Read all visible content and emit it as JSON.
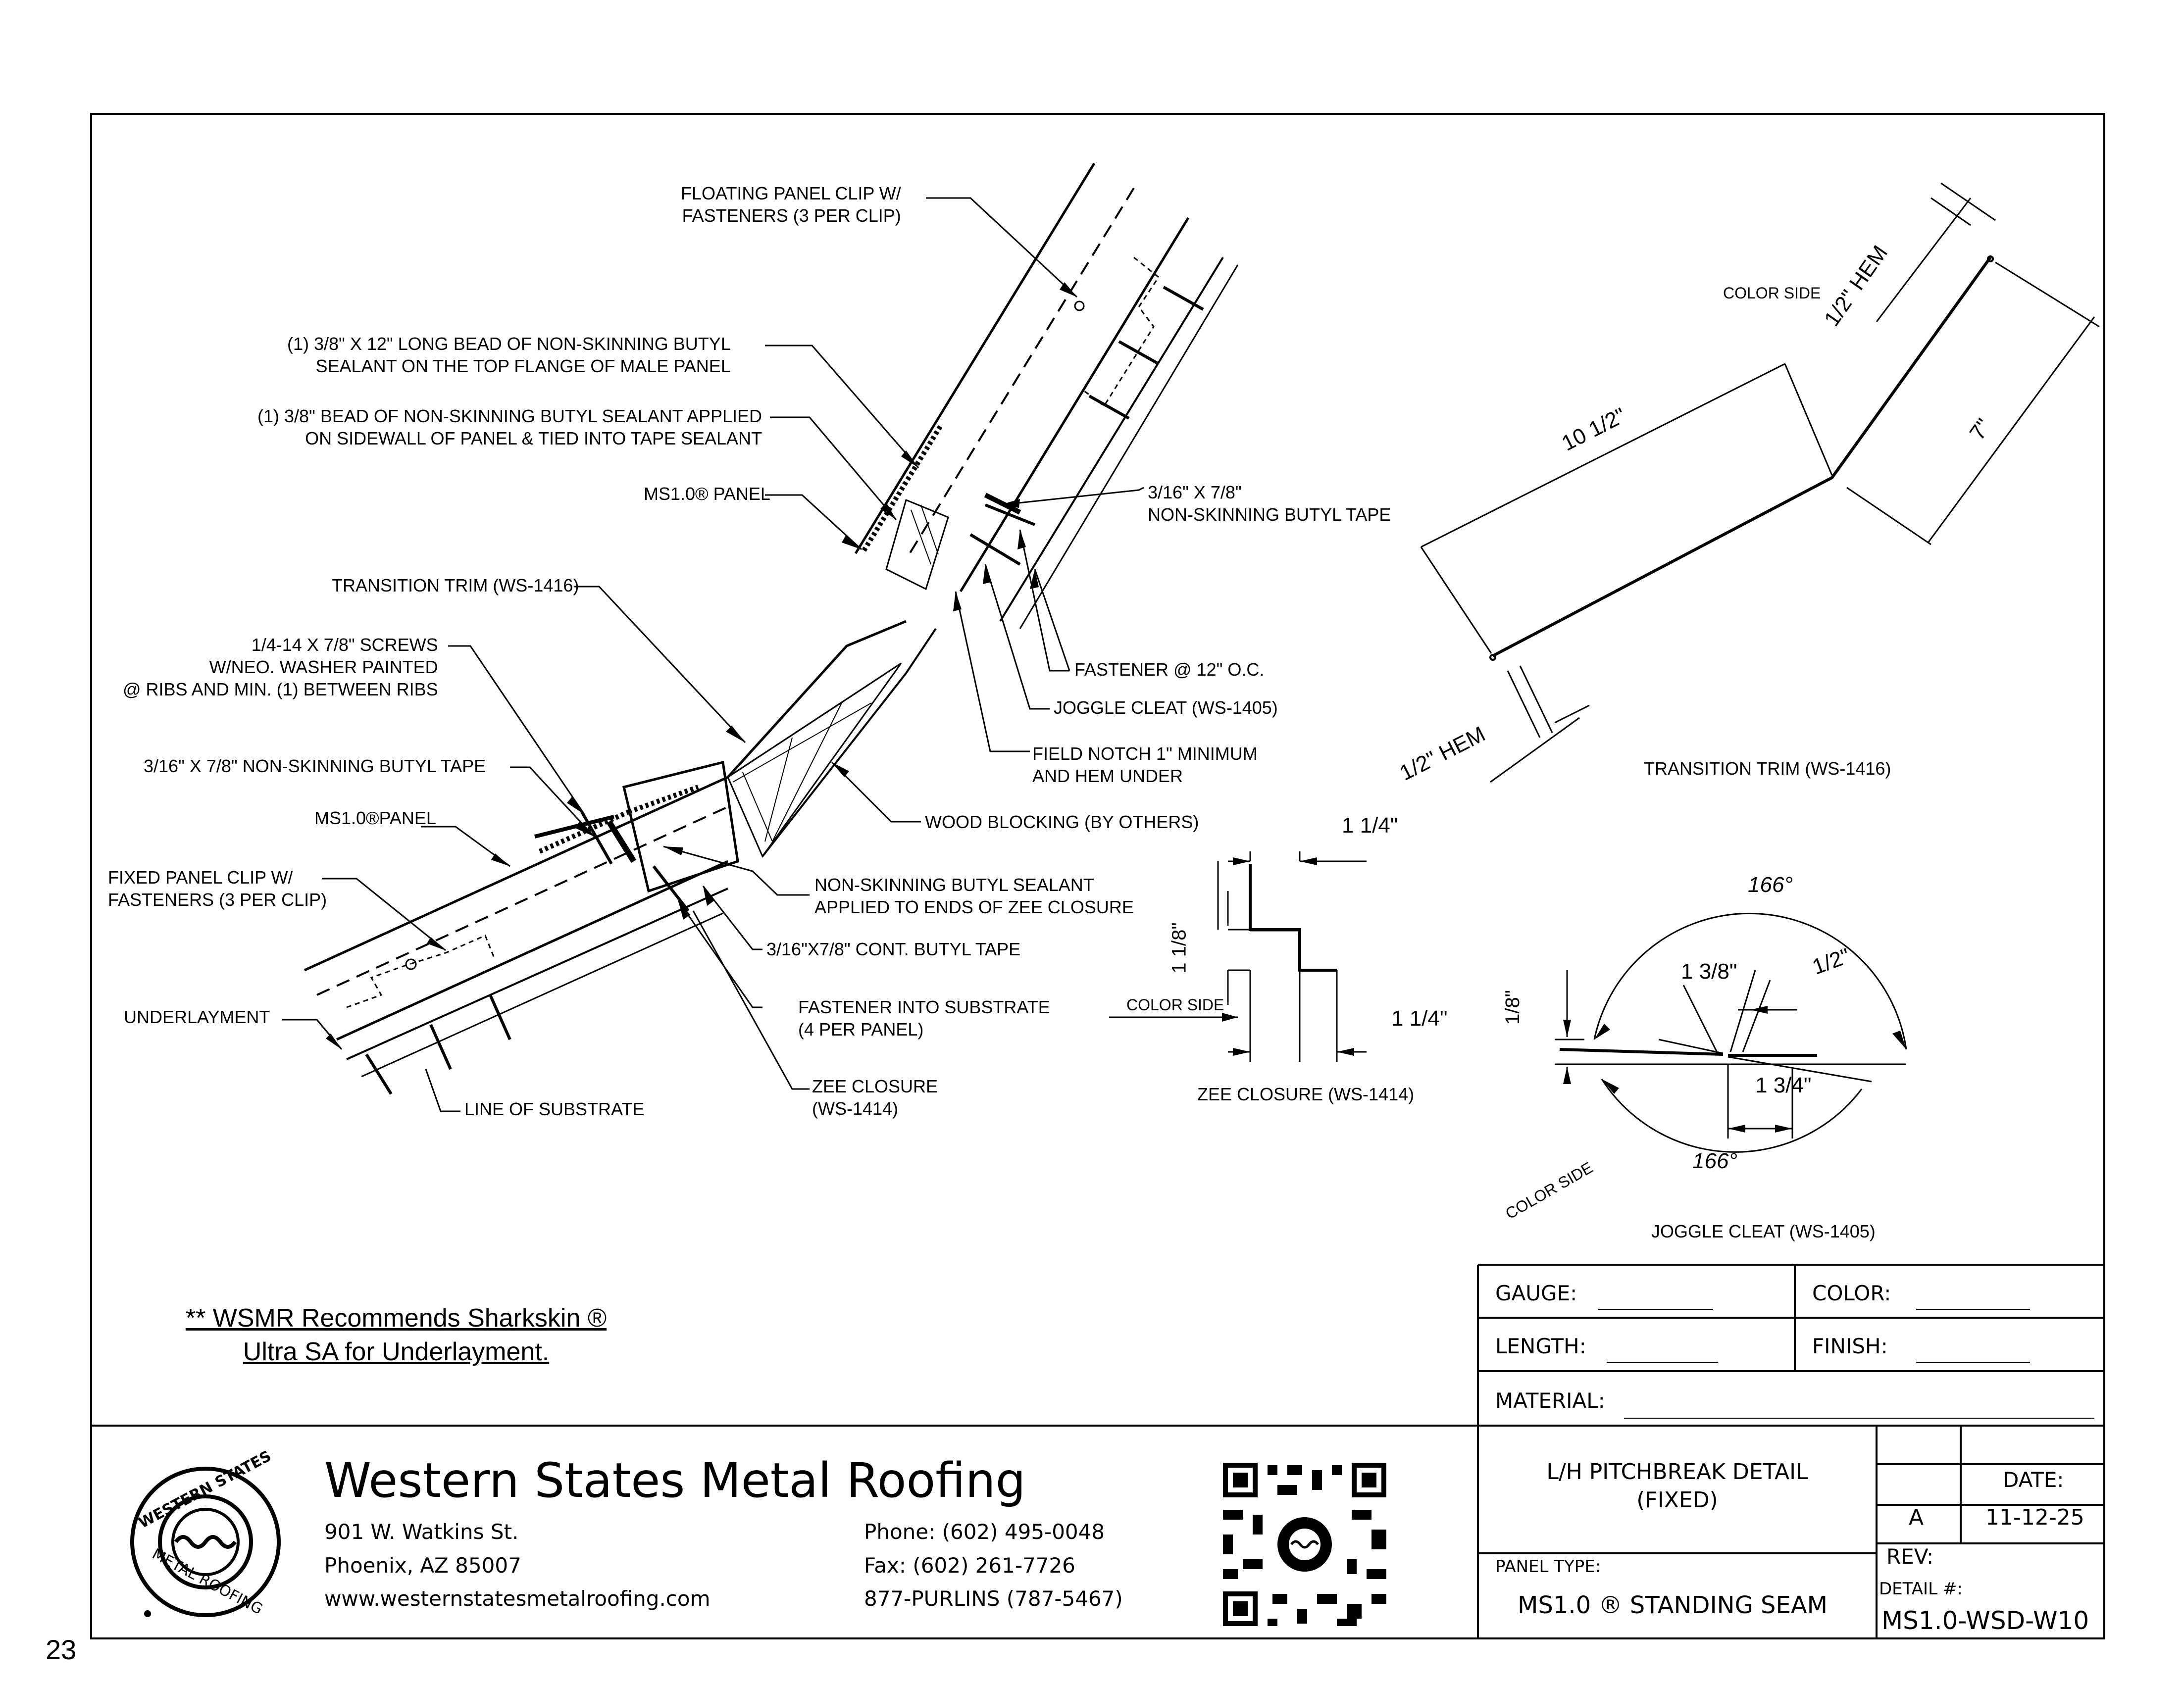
{
  "page_number": "23",
  "note": {
    "line1": "** WSMR Recommends Sharkskin ®",
    "line2": "Ultra SA for Underlayment."
  },
  "callouts": {
    "floating_clip": "FLOATING PANEL CLIP W/\nFASTENERS (3 PER CLIP)",
    "butyl_bead_top": "(1) 3/8\" X 12\" LONG BEAD OF NON-SKINNING BUTYL\nSEALANT ON THE TOP FLANGE OF MALE PANEL",
    "butyl_bead_side": "(1) 3/8\" BEAD OF NON-SKINNING BUTYL SEALANT APPLIED\nON SIDEWALL OF PANEL & TIED INTO TAPE SEALANT",
    "ms_panel_upper": "MS1.0® PANEL",
    "butyl_tape_upper": "3/16\" X 7/8\"\nNON-SKINNING BUTYL TAPE",
    "transition_trim": "TRANSITION TRIM (WS-1416)",
    "fastener_12oc": "FASTENER @ 12\" O.C.",
    "screws": "1/4-14 X 7/8\" SCREWS\nW/NEO. WASHER PAINTED\n@ RIBS AND MIN. (1) BETWEEN RIBS",
    "joggle_cleat": "JOGGLE CLEAT (WS-1405)",
    "field_notch": "FIELD NOTCH 1\" MINIMUM\nAND HEM UNDER",
    "butyl_tape_lower": "3/16\" X 7/8\" NON-SKINNING BUTYL TAPE",
    "wood_blocking": "WOOD BLOCKING (BY OTHERS)",
    "ms_panel_lower": "MS1.0®PANEL",
    "butyl_sealant_zee": "NON-SKINNING BUTYL SEALANT\nAPPLIED TO ENDS OF ZEE CLOSURE",
    "fixed_clip": "FIXED PANEL CLIP W/\nFASTENERS (3 PER CLIP)",
    "cont_butyl_tape": "3/16\"X7/8\" CONT. BUTYL TAPE",
    "fastener_substrate": "FASTENER INTO SUBSTRATE\n(4 PER PANEL)",
    "underlayment": "UNDERLAYMENT",
    "zee_closure": "ZEE CLOSURE\n(WS-1414)",
    "line_of_substrate": "LINE OF SUBSTRATE"
  },
  "details": {
    "trim_title": "TRANSITION TRIM (WS-1416)",
    "trim_color_side": "COLOR SIDE",
    "trim_hem_top": "1/2\" HEM",
    "trim_len_long": "10 1/2\"",
    "trim_len_short": "7\"",
    "trim_hem_bottom": "1/2\" HEM",
    "zee_title": "ZEE CLOSURE (WS-1414)",
    "zee_color_side": "COLOR SIDE",
    "zee_dim_top": "1 1/4\"",
    "zee_dim_mid": "1 1/8\"",
    "zee_dim_bottom": "1 1/4\"",
    "joggle_title": "JOGGLE CLEAT (WS-1405)",
    "joggle_angle_top": "166°",
    "joggle_angle_bottom": "166°",
    "joggle_dim_38": "1 3/8\"",
    "joggle_dim_12": "1/2\"",
    "joggle_dim_18": "1/8\"",
    "joggle_dim_34": "1 3/4\"",
    "joggle_color_side": "COLOR SIDE"
  },
  "spec_table": {
    "gauge": "GAUGE:",
    "color": "COLOR:",
    "length": "LENGTH:",
    "finish": "FINISH:",
    "material": "MATERIAL:"
  },
  "title_block": {
    "company": "Western States Metal Roofing",
    "address1": "901 W. Watkins St.",
    "address2": "Phoenix, AZ 85007",
    "website": "www.westernstatesmetalroofing.com",
    "phone": "Phone: (602) 495-0048",
    "fax": "Fax: (602) 261-7726",
    "purlins": "877-PURLINS (787-5467)",
    "logo_top_text": "WESTERN STATES",
    "logo_bottom_text": "METAL ROOFING",
    "detail_title": "L/H PITCHBREAK DETAIL\n(FIXED)",
    "panel_type_label": "PANEL TYPE:",
    "panel_type": "MS1.0 ® STANDING SEAM",
    "date_label": "DATE:",
    "rev_letter": "A",
    "date": "11-12-25",
    "rev_label": "REV:",
    "detail_no_label": "DETAIL #:",
    "detail_no": "MS1.0-WSD-W10"
  }
}
